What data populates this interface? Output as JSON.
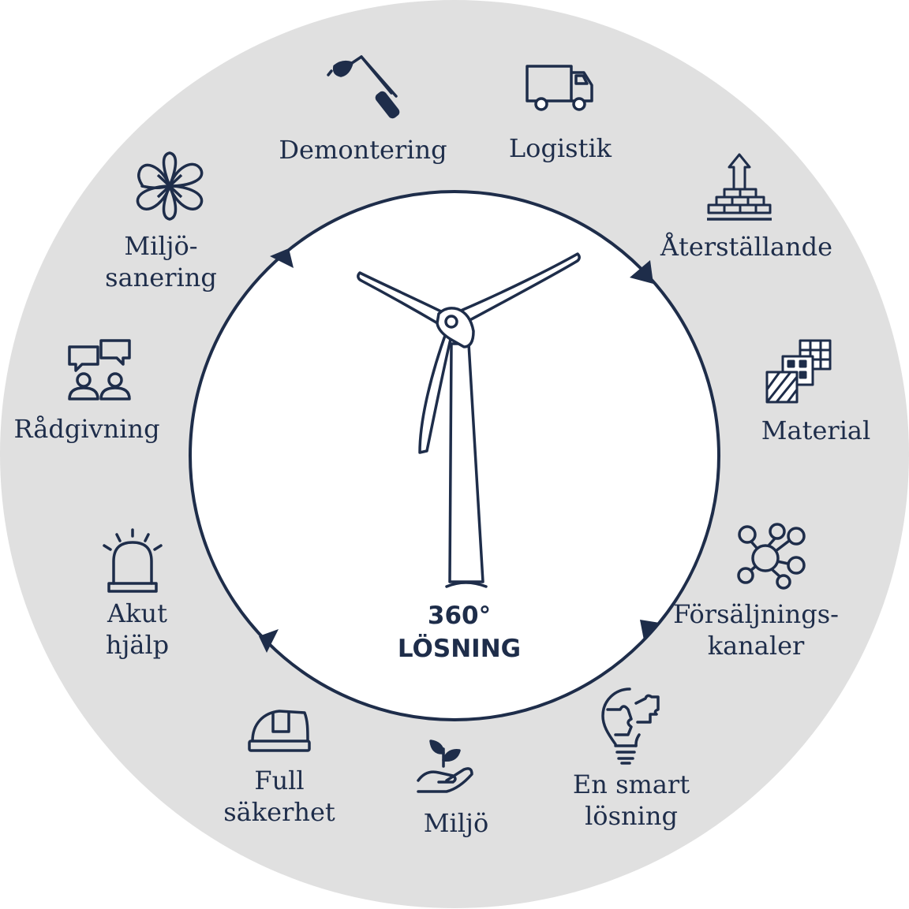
{
  "colors": {
    "ring": "#e0e0e0",
    "ink": "#1e2d4a",
    "center": "#ffffff"
  },
  "center": {
    "line1": "360°",
    "line2": "LÖSNING"
  },
  "segments": [
    {
      "id": "demontering",
      "icon": "welding-torch-icon",
      "lines": [
        "Demontering"
      ]
    },
    {
      "id": "logistik",
      "icon": "truck-icon",
      "lines": [
        "Logistik"
      ]
    },
    {
      "id": "aterstallande",
      "icon": "brick-stack-arrow-icon",
      "lines": [
        "Återställande"
      ]
    },
    {
      "id": "material",
      "icon": "material-tiles-icon",
      "lines": [
        "Material"
      ]
    },
    {
      "id": "forsaljningskanaler",
      "icon": "network-nodes-icon",
      "lines": [
        "Försäljnings-",
        "kanaler"
      ]
    },
    {
      "id": "en-smart-losning",
      "icon": "puzzle-lightbulb-icon",
      "lines": [
        "En smart",
        "lösning"
      ]
    },
    {
      "id": "miljo",
      "icon": "sprout-hand-icon",
      "lines": [
        "Miljö"
      ]
    },
    {
      "id": "full-sakerhet",
      "icon": "hard-hat-icon",
      "lines": [
        "Full",
        "säkerhet"
      ]
    },
    {
      "id": "akut-hjalp",
      "icon": "alarm-siren-icon",
      "lines": [
        "Akut",
        "hjälp"
      ]
    },
    {
      "id": "radgivning",
      "icon": "consultation-people-icon",
      "lines": [
        "Rådgivning"
      ]
    },
    {
      "id": "miljosanering",
      "icon": "four-leaf-clover-icon",
      "lines": [
        "Miljö-",
        "sanering"
      ]
    }
  ]
}
